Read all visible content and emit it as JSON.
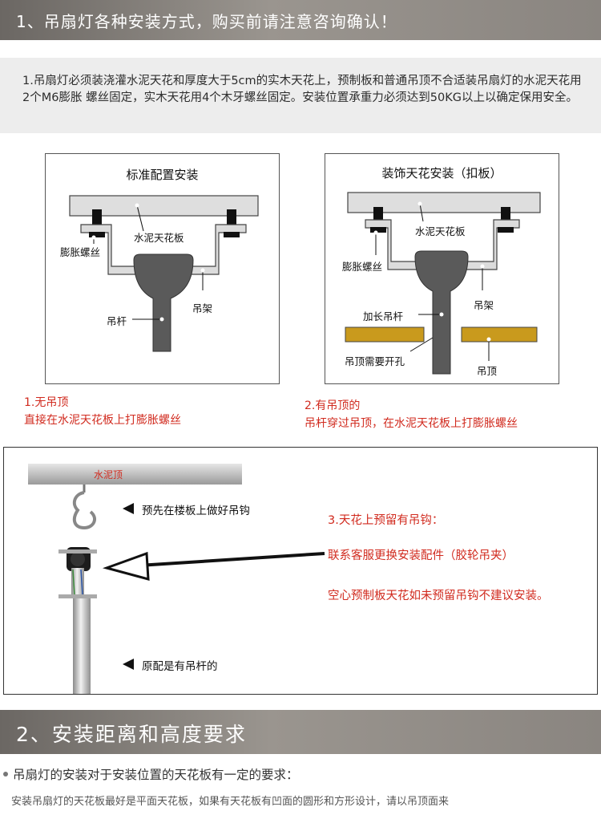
{
  "section1": {
    "title": "1、吊扇灯各种安装方式，购买前请注意咨询确认！"
  },
  "note": "1.吊扇灯必须装浇灌水泥天花和厚度大于5cm的实木天花上，预制板和普通吊顶不合适装吊扇灯的水泥天花用2个M6膨胀 螺丝固定，实木天花用4个木牙螺丝固定。安装位置承重力必须达到50KG以上以确定保用安全。",
  "panel_standard": {
    "title": "标准配置安装",
    "label_ceiling": "水泥天花板",
    "label_bolt": "膨胀螺丝",
    "label_rod": "吊杆",
    "label_bracket": "吊架",
    "caption_line1": "1.无吊顶",
    "caption_line2": "直接在水泥天花板上打膨胀螺丝"
  },
  "panel_decor": {
    "title": "装饰天花安装（扣板）",
    "label_ceiling": "水泥天花板",
    "label_bolt": "膨胀螺丝",
    "label_rod": "加长吊杆",
    "label_bracket": "吊架",
    "label_hole": "吊顶需要开孔",
    "label_false_ceiling": "吊顶",
    "caption_line1": "2.有吊顶的",
    "caption_line2": "吊杆穿过吊顶，在水泥天花板上打膨胀螺丝"
  },
  "section3": {
    "slab_label": "水泥顶",
    "hook_note": "预先在楼板上做好吊钩",
    "title": "3.天花上预留有吊钩：",
    "line1": "联系客服更换安装配件（胶轮吊夹）",
    "line2": "空心预制板天花如未预留吊钩不建议安装。",
    "rod_note": "原配是有吊杆的"
  },
  "section2": {
    "title": "2、安装距离和高度要求",
    "requirement": "吊扇灯的安装对于安装位置的天花板有一定的要求：",
    "sub": "安装吊扇灯的天花板最好是平面天花板，如果有天花板有凹面的圆形和方形设计，请以吊顶面来"
  },
  "colors": {
    "header": "#8f8a85",
    "red": "#d12b1f",
    "false_ceiling": "#c99a1d",
    "diagram_gray": "#dcdcdc",
    "rod": "#5a5a5a"
  }
}
